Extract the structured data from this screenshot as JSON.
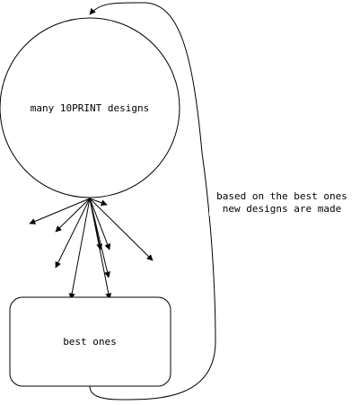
{
  "nodes": {
    "circle": {
      "label": "many 10PRINT designs"
    },
    "box": {
      "label": "best ones"
    }
  },
  "feedback_edge": {
    "label_line1": "based on the best ones",
    "label_line2": "new designs are made"
  }
}
